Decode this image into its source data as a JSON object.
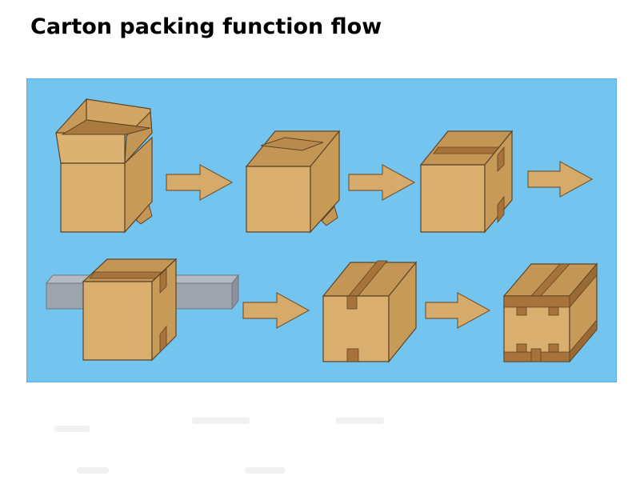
{
  "title": "Carton packing function flow",
  "colors": {
    "panel": "#73c4ee",
    "carton_front": "#d9ae6e",
    "carton_side": "#c79a58",
    "carton_top": "#c49656",
    "carton_outline": "#5c4426",
    "tape": "#b07a3c",
    "arrow": "#d6aa6a",
    "conveyor": "#9da4ae"
  },
  "steps": [
    {
      "name": "open-carton"
    },
    {
      "name": "flaps-folded"
    },
    {
      "name": "top-taped"
    },
    {
      "name": "carton-on-conveyor"
    },
    {
      "name": "top-and-edge-taped"
    },
    {
      "name": "fully-taped-carton"
    }
  ]
}
